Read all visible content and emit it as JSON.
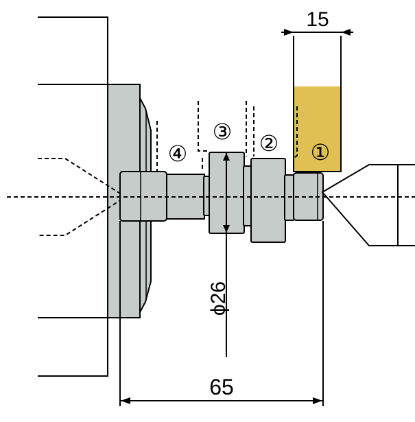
{
  "colors": {
    "part": "#c5ccc9",
    "part_light": "#d4d9d7",
    "tool": "#e0c052",
    "line": "#000000",
    "background": "#ffffff"
  },
  "labels": {
    "overall_length": "65",
    "tool_width": "15",
    "diameter": "ϕ26",
    "step_1": "①",
    "step_2": "②",
    "step_3": "③",
    "step_4": "④"
  }
}
